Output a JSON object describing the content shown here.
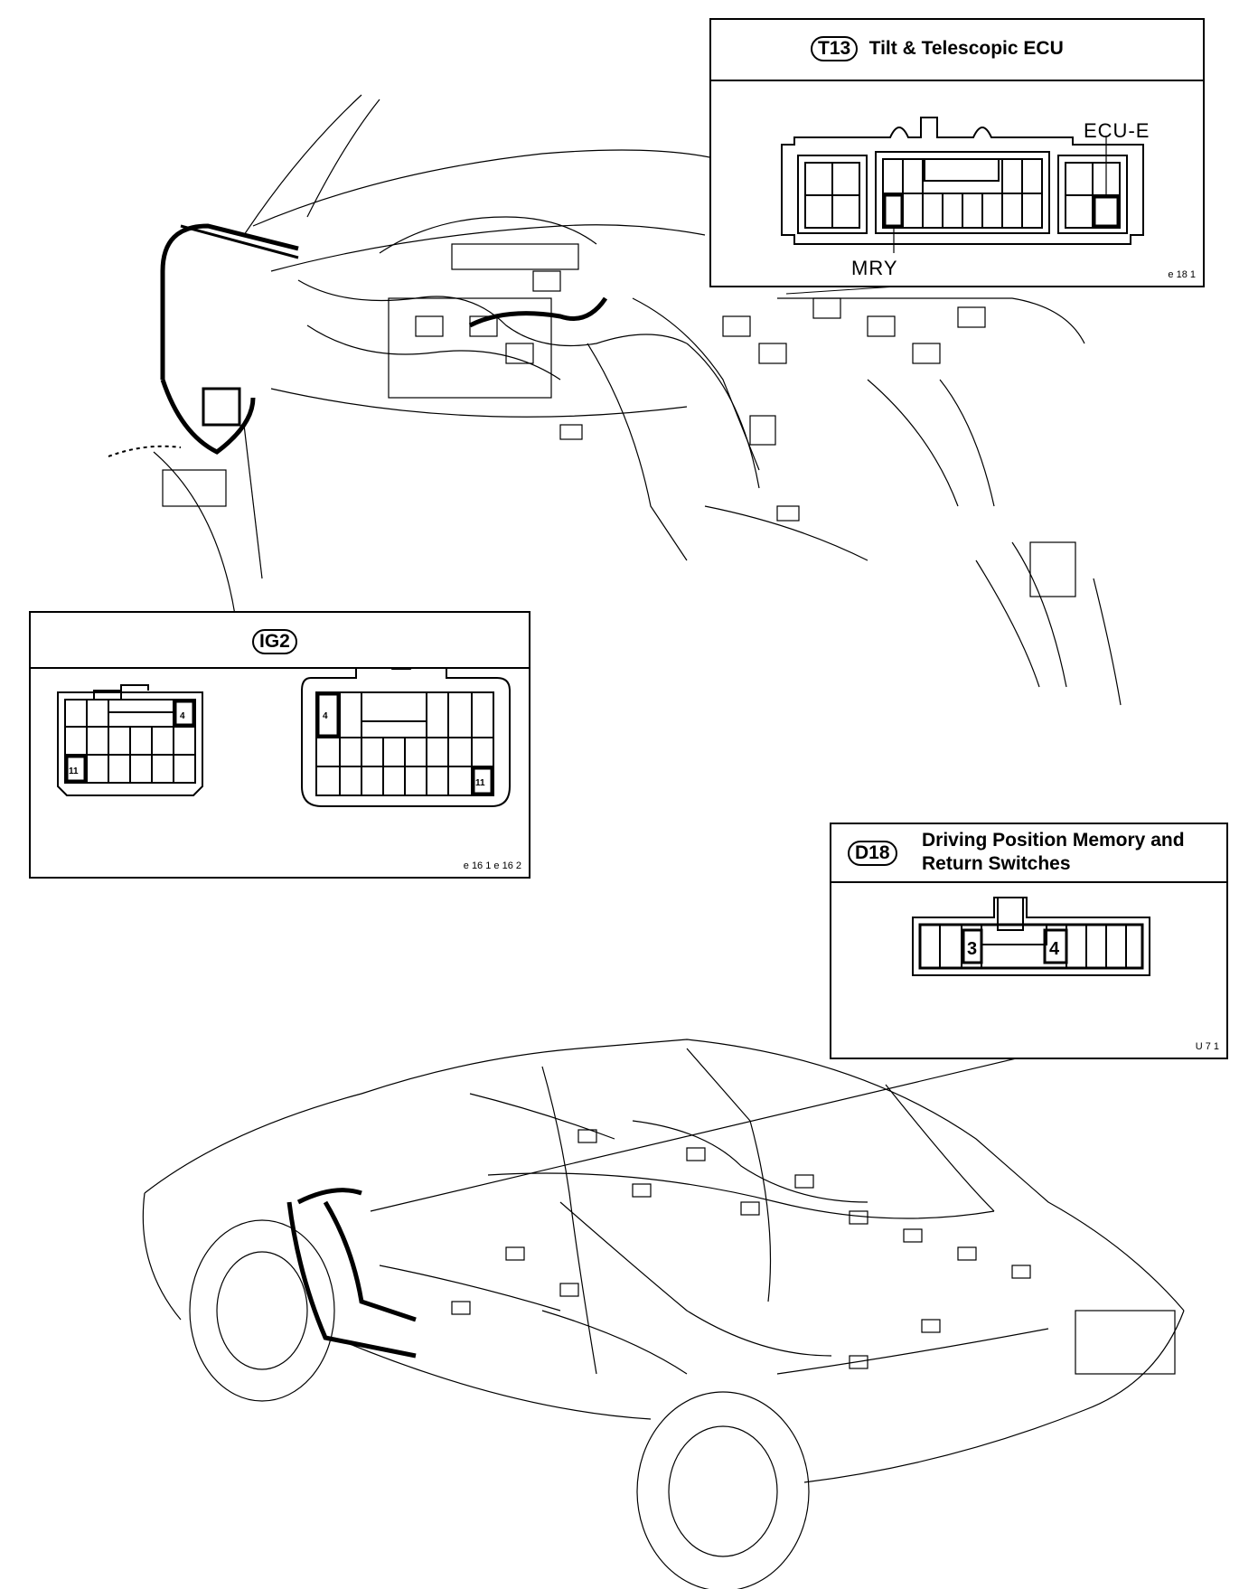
{
  "t13": {
    "code": "T13",
    "title": "Tilt & Telescopic ECU",
    "label_top": "ECU-E",
    "label_bottom": "MRY",
    "ref": "e 18 1"
  },
  "ig2": {
    "code": "IG2",
    "pin_a": "4",
    "pin_b": "11",
    "ref": "e 16 1  e 16 2"
  },
  "d18": {
    "code": "D18",
    "title_line1": "Driving Position Memory and",
    "title_line2": "Return Switches",
    "pin_a": "3",
    "pin_b": "4",
    "ref": "U 7 1"
  }
}
